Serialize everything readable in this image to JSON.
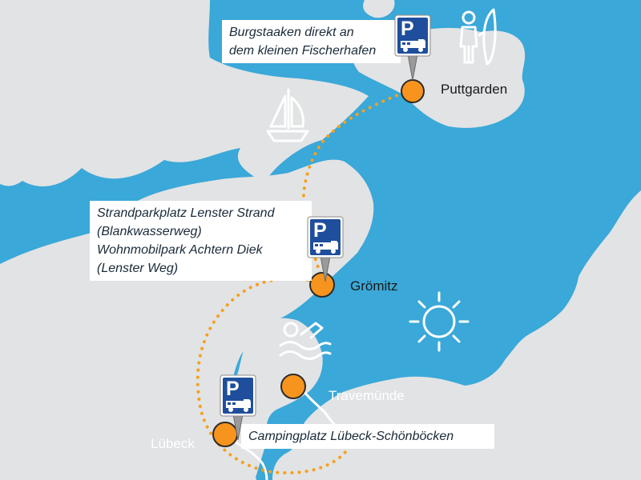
{
  "places": [
    {
      "id": "puttgarden",
      "name": "Puttgarden"
    },
    {
      "id": "groemitz",
      "name": "Grömitz"
    },
    {
      "id": "travemuende",
      "name": "Travemünde"
    },
    {
      "id": "luebeck",
      "name": "Lübeck"
    }
  ],
  "info_boxes": [
    {
      "id": "burgstaaken",
      "lines": [
        "Burgstaaken direkt an",
        "dem kleinen Fischerhafen"
      ]
    },
    {
      "id": "lenster",
      "lines": [
        "Strandparkplatz Lenster Strand",
        "(Blankwasserweg)",
        "Wohnmobilpark Achtern Diek",
        "(Lenster Weg)"
      ]
    },
    {
      "id": "schoenboecken",
      "lines": [
        "Campingplatz Lübeck-Schönböcken"
      ]
    }
  ],
  "parking_sign": {
    "letter": "P"
  },
  "icons": [
    "sailboat-icon",
    "surfer-icon",
    "swimmer-icon",
    "sun-icon",
    "camper-van-icon",
    "parking-sign-icon"
  ],
  "colors": {
    "sea": "#3aa8d8",
    "land": "#e2e3e5",
    "route": "#f5a11c",
    "marker": "#f7941d",
    "sign_blue": "#1f4e9c",
    "icon_white": "#ffffff"
  }
}
